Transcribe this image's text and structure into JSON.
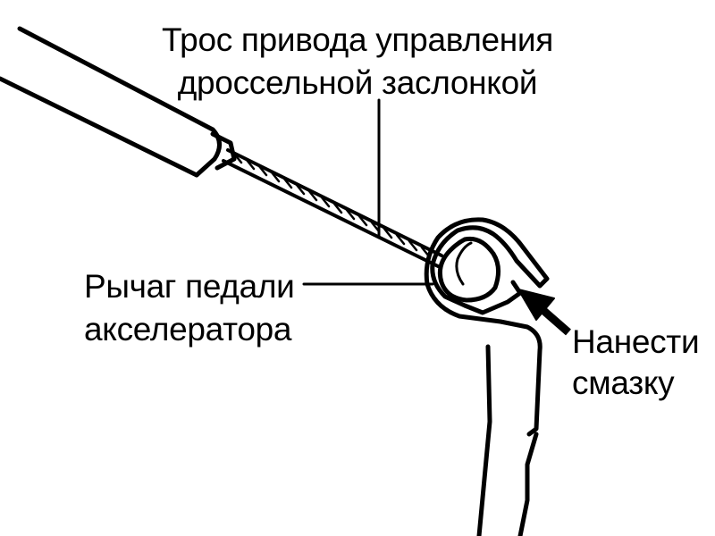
{
  "labels": {
    "cable_line1": "Трос привода управления",
    "cable_line2": "дроссельной заслонкой",
    "lever_line1": "Рычаг педали",
    "lever_line2": "акселератора",
    "lube_line1": "Нанести",
    "lube_line2": "смазку"
  }
}
